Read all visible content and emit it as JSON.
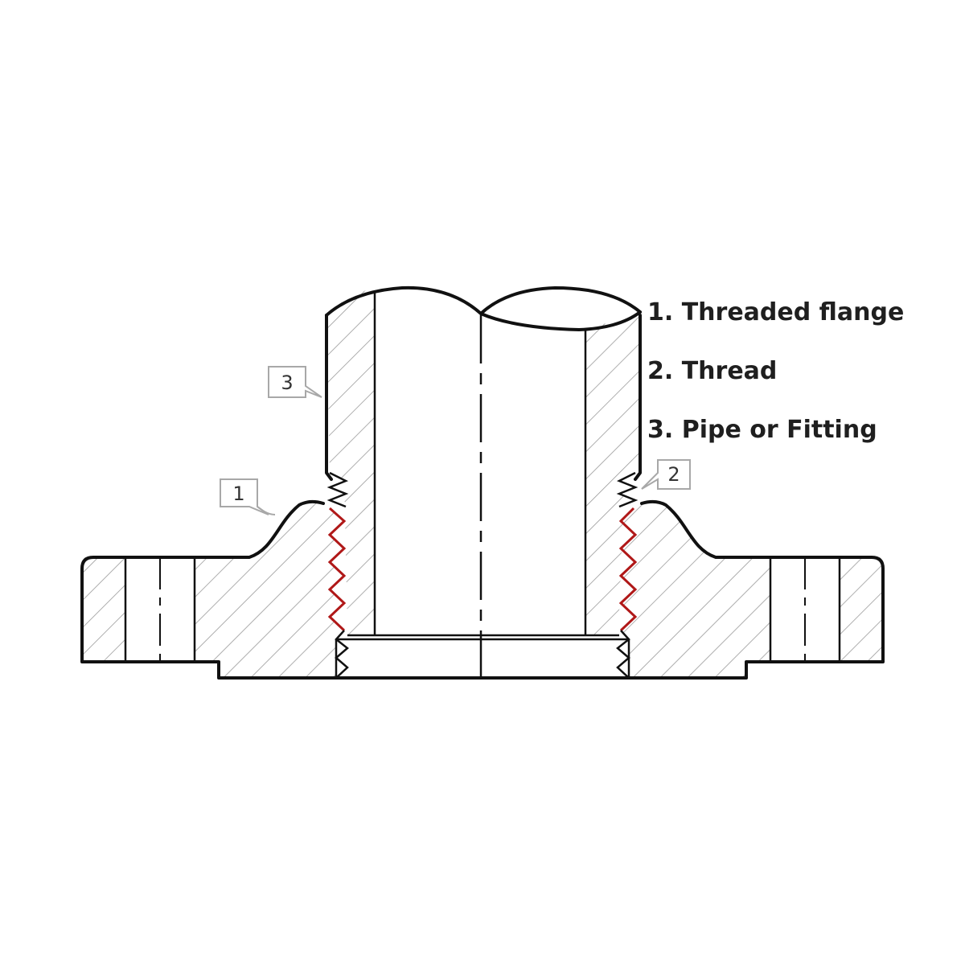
{
  "legend": {
    "item1": "1. Threaded flange",
    "item2": "2. Thread",
    "item3": "3. Pipe or Fitting"
  },
  "callouts": {
    "flange": "1",
    "thread": "2",
    "pipe": "3"
  },
  "colors": {
    "outline": "#111111",
    "thread_highlight": "#b01818",
    "hatch": "#9a9a9a",
    "callout_border": "#a8a8a8"
  }
}
